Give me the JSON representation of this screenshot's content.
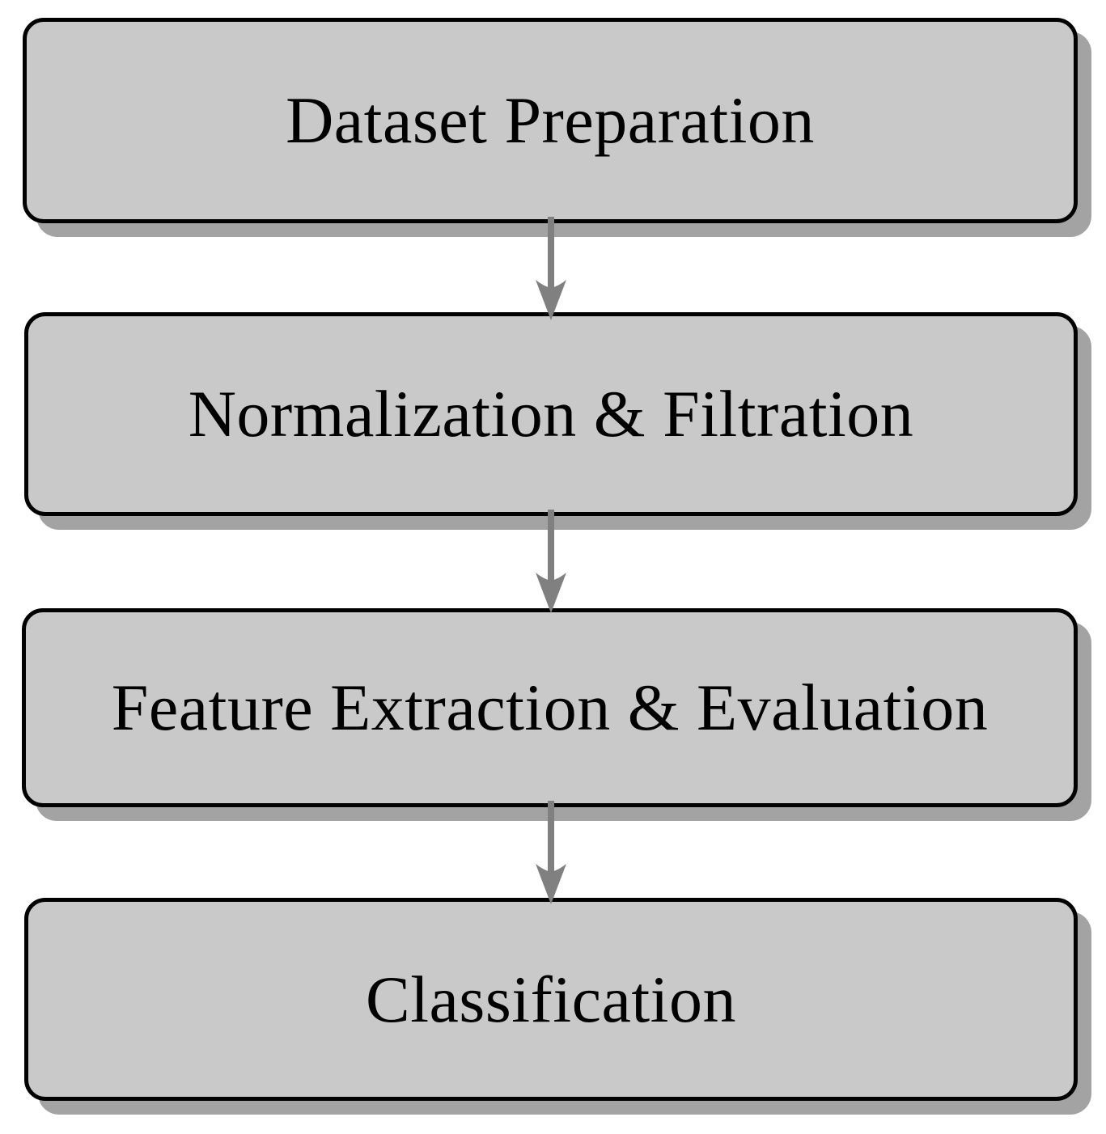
{
  "diagram": {
    "title": "Dataset processing pipeline flowchart",
    "orientation": "vertical-top-to-bottom",
    "colors": {
      "node_fill": "#c9c9c9",
      "node_border": "#000000",
      "node_shadow": "#a3a3a3",
      "arrow": "#808080",
      "text": "#000000",
      "background": "#ffffff"
    },
    "nodes": [
      {
        "id": "step-1",
        "label": "Dataset Preparation"
      },
      {
        "id": "step-2",
        "label": "Normalization & Filtration"
      },
      {
        "id": "step-3",
        "label": "Feature Extraction & Evaluation"
      },
      {
        "id": "step-4",
        "label": "Classification"
      }
    ],
    "edges": [
      {
        "id": "edge-1",
        "from": "step-1",
        "to": "step-2",
        "label": "",
        "style": "solid-arrow-down"
      },
      {
        "id": "edge-2",
        "from": "step-2",
        "to": "step-3",
        "label": "",
        "style": "solid-arrow-down"
      },
      {
        "id": "edge-3",
        "from": "step-3",
        "to": "step-4",
        "label": "",
        "style": "solid-arrow-down"
      }
    ]
  }
}
